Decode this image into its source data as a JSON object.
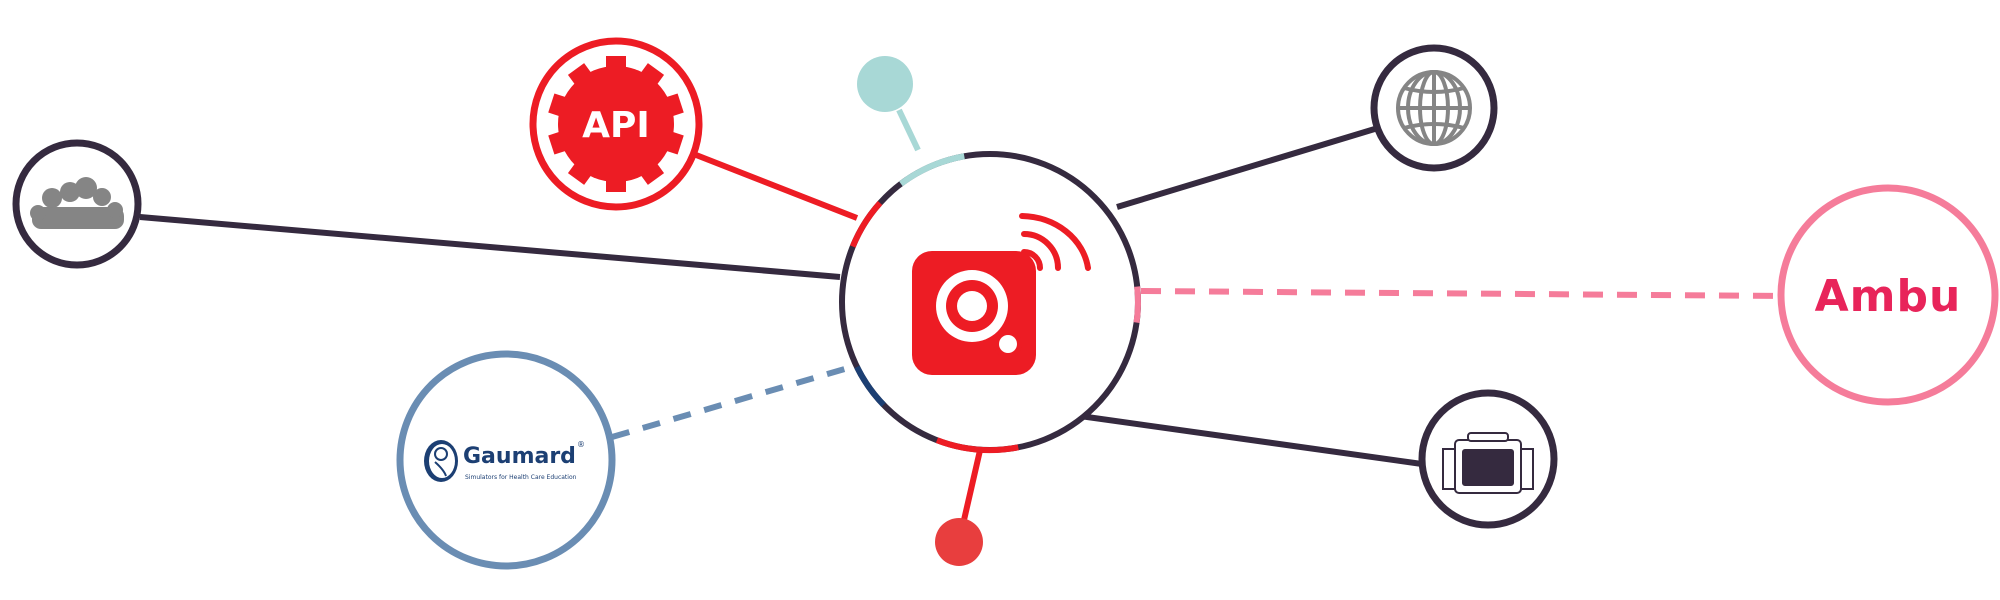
{
  "colors": {
    "dark": "#352a3f",
    "red": "#ed1c24",
    "teal": "#a8d8d6",
    "pink": "#f57c9a",
    "steel_blue": "#6a8db3",
    "navy": "#1c3f73",
    "gray_icon": "#858585",
    "dot_red": "#e83e3e"
  },
  "hub": {
    "icon": "red-app-camera-wifi-icon"
  },
  "nodes": {
    "cloud": {
      "icon": "cloud-icon"
    },
    "api": {
      "icon": "gear-icon",
      "label": "API"
    },
    "globe": {
      "icon": "globe-icon"
    },
    "ambu": {
      "label": "Ambu"
    },
    "monitor": {
      "icon": "patient-monitor-icon"
    },
    "gaumard": {
      "label": "Gaumard",
      "registered": "®",
      "tagline": "Simulators for Health Care Education",
      "icon": "baby-logo-icon"
    }
  }
}
